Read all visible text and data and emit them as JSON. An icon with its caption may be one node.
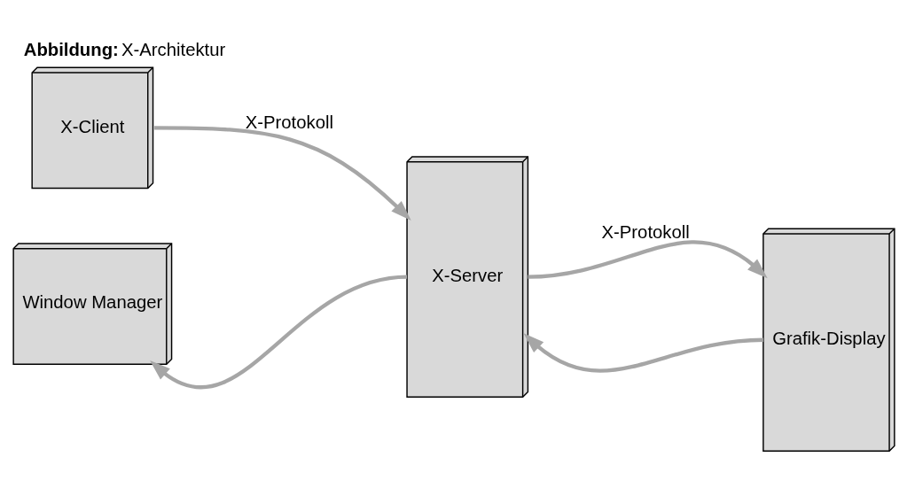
{
  "diagram": {
    "title": "**Abbildung:** X-Architektur",
    "nodes": [
      {
        "text": [
          "X-Client"
        ]
      },
      {
        "text": [
          "Window Manager"
        ]
      },
      {
        "text": [
          "X-Server"
        ]
      },
      {
        "text": [
          "Grafik-Display"
        ]
      }
    ],
    "edges": [
      {
        "from": 0,
        "to": 2,
        "arrow": "to",
        "label": "X-Protokoll"
      },
      {
        "from": 2,
        "to": 1,
        "arrow": "to"
      },
      {
        "from": 2,
        "to": 3,
        "arrow": "to",
        "label": "X-Protokoll"
      },
      {
        "from": 3,
        "to": 2,
        "arrow": "to"
      }
    ]
  }
}
